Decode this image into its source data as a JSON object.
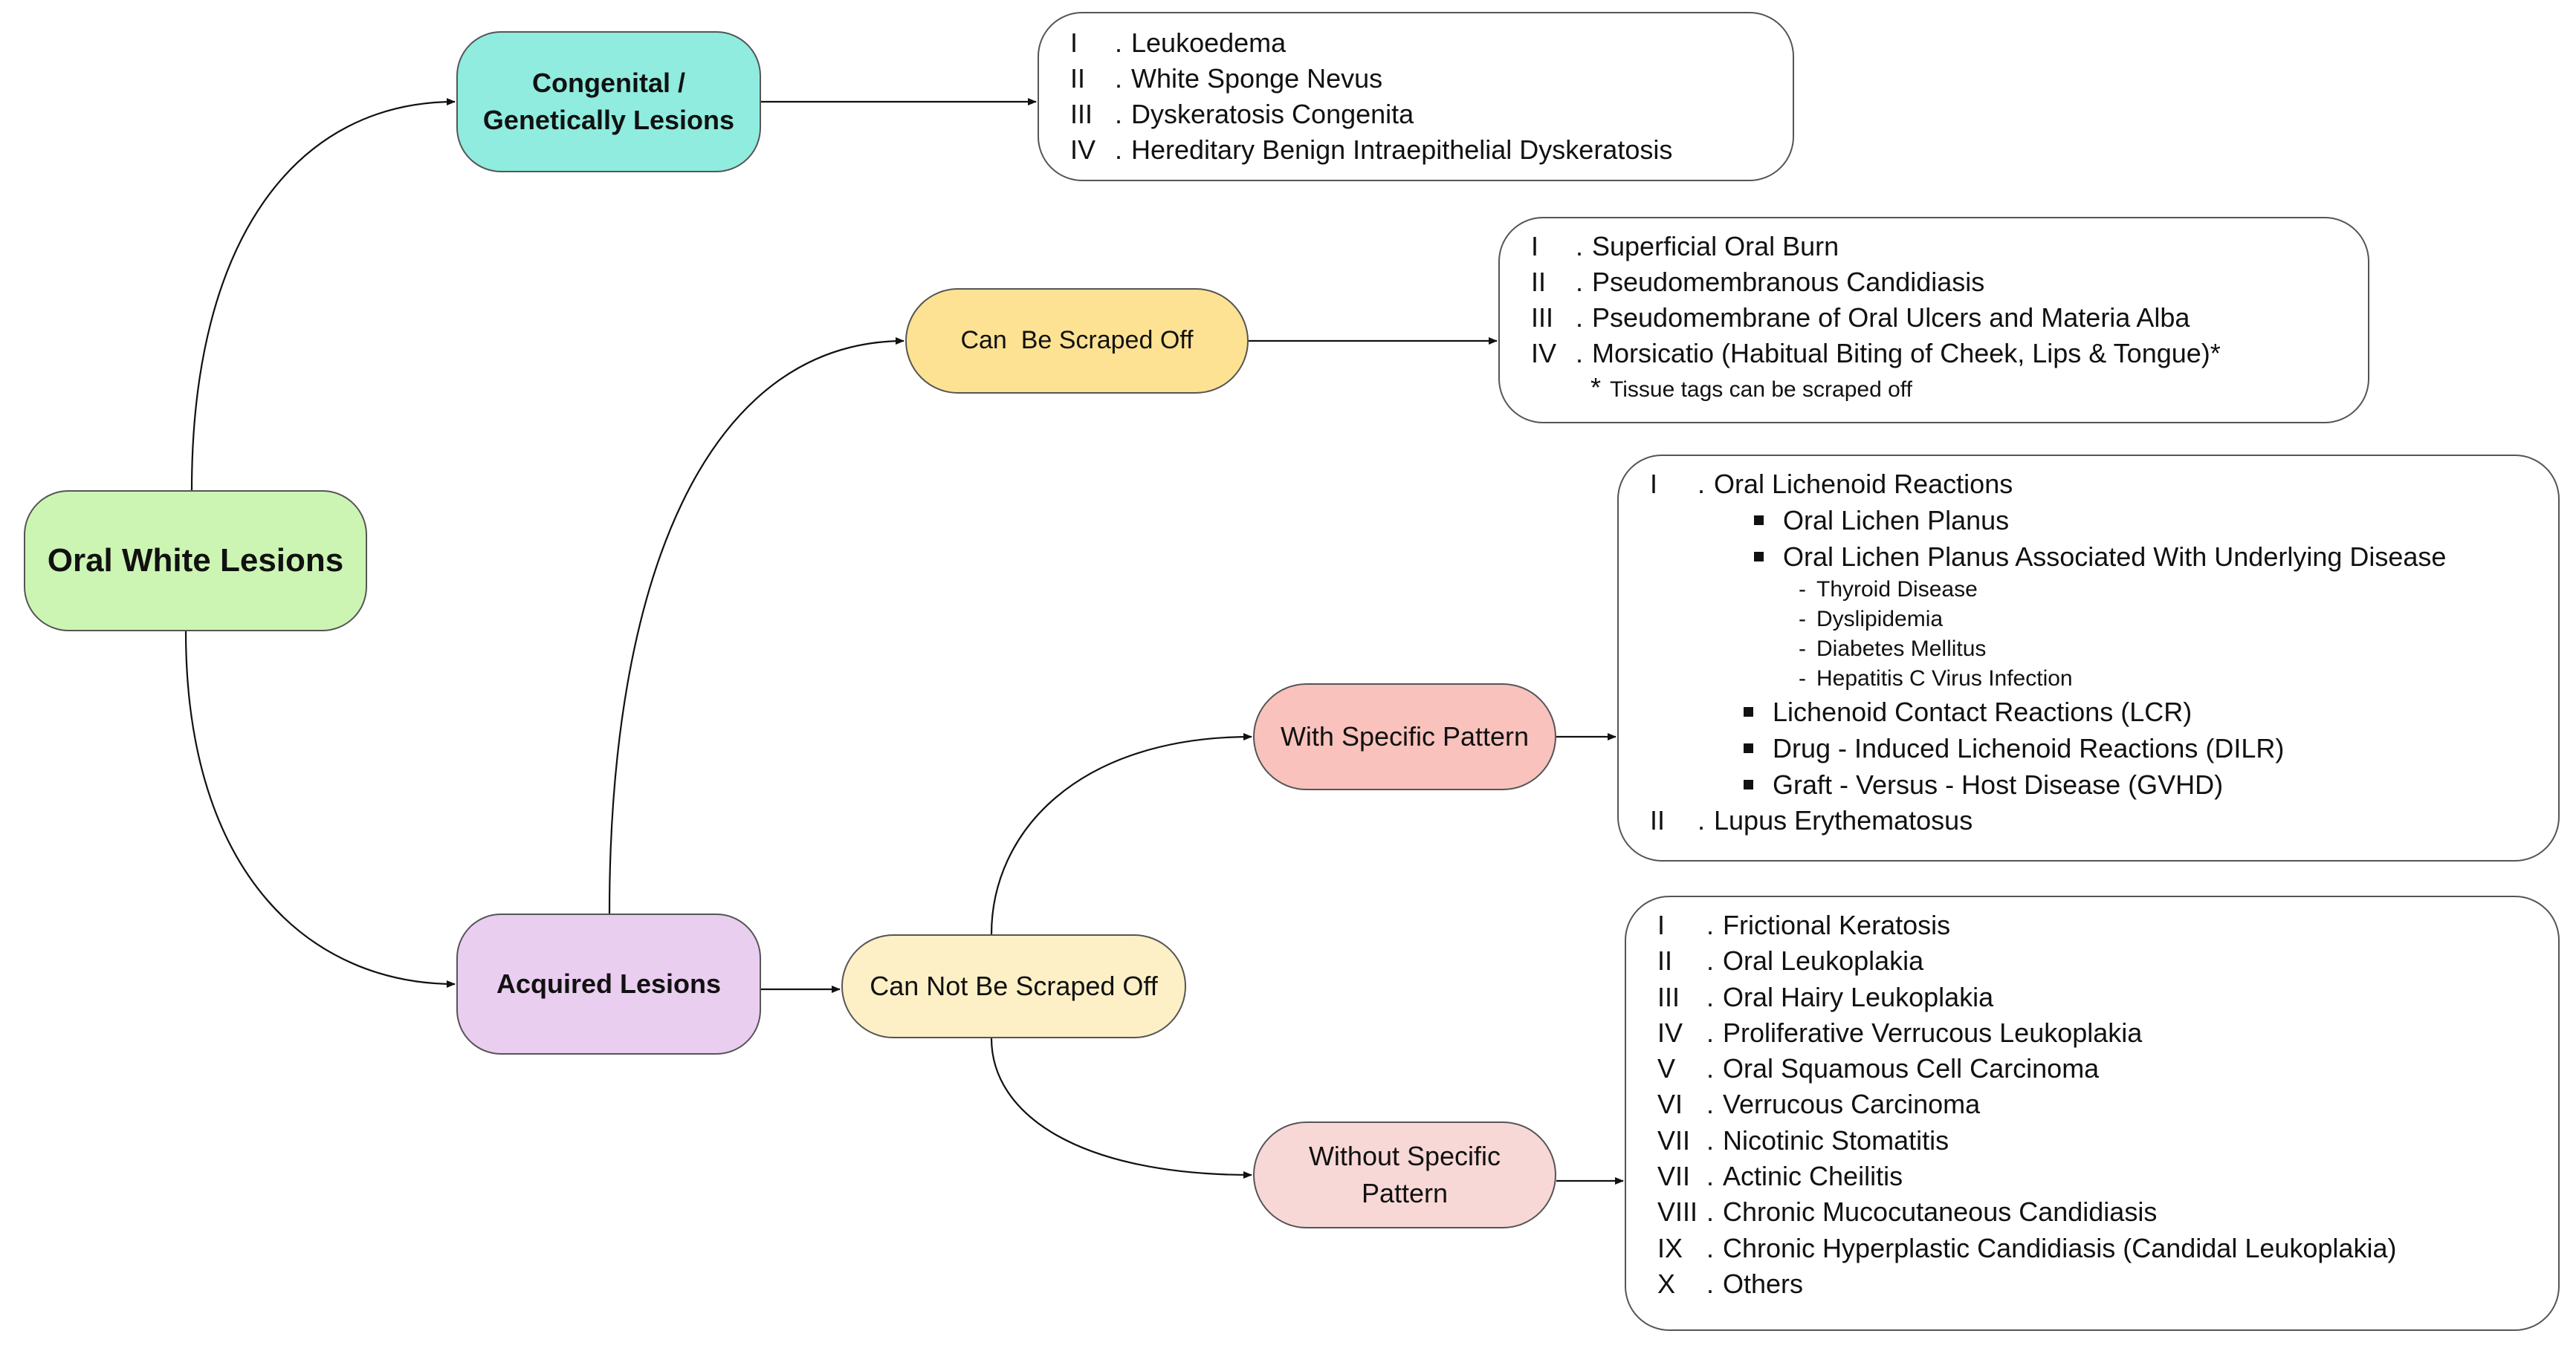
{
  "colors": {
    "root": "#ccf5b4",
    "congenital": "#8fecde",
    "acquired": "#e9cef0",
    "scraped": "#fde293",
    "not_scraped": "#fdf0c6",
    "with_pattern": "#f9c2bd",
    "without_pattern": "#f8d8d6",
    "line": "#111111"
  },
  "nodes": {
    "root": "Oral White Lesions",
    "congenital_line1": "Congenital /",
    "congenital_line2": "Genetically Lesions",
    "acquired": "Acquired Lesions",
    "scraped": "Can  Be Scraped Off",
    "not_scraped": "Can Not Be Scraped Off",
    "with_pattern": "With Specific Pattern",
    "without_pattern_line1": "Without Specific",
    "without_pattern_line2": "Pattern"
  },
  "congenital_list": [
    {
      "numeral": "I",
      "label": "Leukoedema"
    },
    {
      "numeral": "II",
      "label": "White Sponge Nevus"
    },
    {
      "numeral": "III",
      "label": "Dyskeratosis Congenita"
    },
    {
      "numeral": "IV",
      "label": "Hereditary Benign Intraepithelial Dyskeratosis"
    }
  ],
  "scraped_list": [
    {
      "numeral": "I",
      "label": "Superficial Oral Burn"
    },
    {
      "numeral": "II",
      "label": "Pseudomembranous Candidiasis"
    },
    {
      "numeral": "III",
      "label": "Pseudomembrane of Oral Ulcers and Materia Alba"
    },
    {
      "numeral": "IV",
      "label": "Morsicatio (Habitual Biting of Cheek, Lips & Tongue)*"
    }
  ],
  "scraped_note": {
    "star": "*",
    "text": "Tissue tags can be scraped off"
  },
  "with_pattern_list": {
    "item1": {
      "numeral": "I",
      "label": "Oral Lichenoid Reactions"
    },
    "bullets_a": [
      "Oral Lichen Planus",
      "Oral Lichen Planus Associated With Underlying Disease"
    ],
    "dashes": [
      "Thyroid Disease",
      "Dyslipidemia",
      "Diabetes Mellitus",
      "Hepatitis C Virus Infection"
    ],
    "bullets_b": [
      "Lichenoid Contact Reactions (LCR)",
      "Drug - Induced Lichenoid Reactions (DILR)",
      "Graft - Versus - Host Disease (GVHD)"
    ],
    "item2": {
      "numeral": "II",
      "label": "Lupus Erythematosus"
    }
  },
  "without_pattern_list": [
    {
      "numeral": "I",
      "label": "Frictional Keratosis"
    },
    {
      "numeral": "II",
      "label": "Oral Leukoplakia"
    },
    {
      "numeral": "III",
      "label": "Oral Hairy Leukoplakia"
    },
    {
      "numeral": "IV",
      "label": "Proliferative Verrucous Leukoplakia"
    },
    {
      "numeral": "V",
      "label": "Oral Squamous Cell Carcinoma"
    },
    {
      "numeral": "VI",
      "label": "Verrucous Carcinoma"
    },
    {
      "numeral": "VII",
      "label": "Nicotinic Stomatitis"
    },
    {
      "numeral": "VII",
      "label": "Actinic Cheilitis"
    },
    {
      "numeral": "VIII",
      "label": "Chronic Mucocutaneous Candidiasis"
    },
    {
      "numeral": "IX",
      "label": "Chronic Hyperplastic Candidiasis (Candidal Leukoplakia)"
    },
    {
      "numeral": "X",
      "label": "Others"
    }
  ]
}
